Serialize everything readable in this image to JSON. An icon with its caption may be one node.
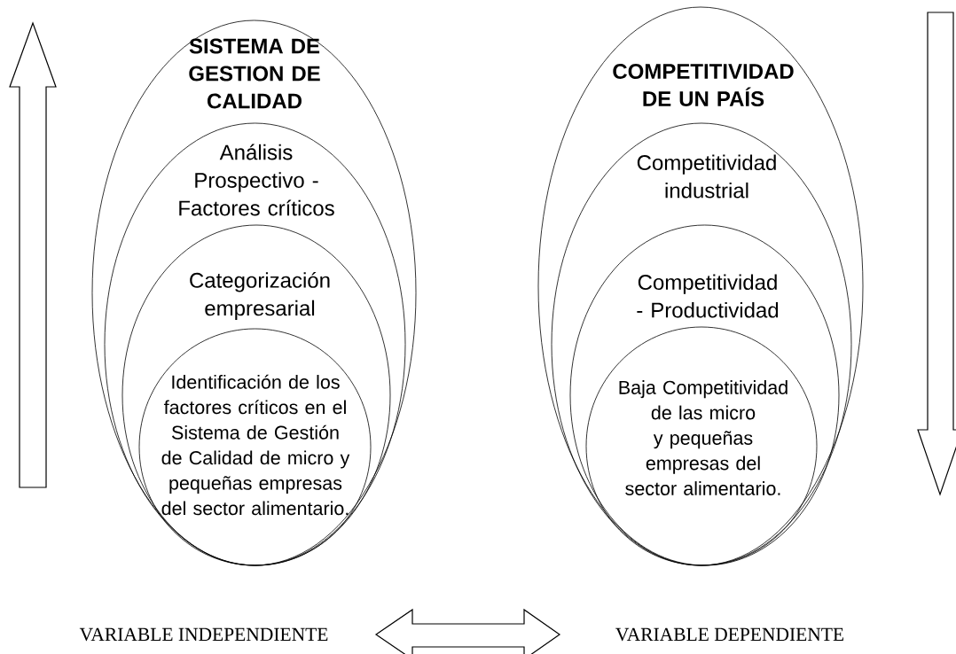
{
  "diagram": {
    "nodes": [
      {
        "text": [
          "SISTEMA DE GESTION DE CALIDAD"
        ]
      },
      {
        "text": [
          "Análisis Prospectivo - Factores críticos"
        ],
        "in": 0
      },
      {
        "text": [
          "Categorización empresarial"
        ],
        "in": 1
      },
      {
        "text": [
          "Identificación de los factores críticos en el Sistema de Gestión de Calidad de micro y pequeñas empresas del sector alimentario."
        ],
        "in": 2
      },
      {
        "text": [
          "COMPETITIVIDAD DE UN PAÍS"
        ]
      },
      {
        "text": [
          "Competitividad industrial"
        ],
        "in": 4
      },
      {
        "text": [
          "Competitividad - Productividad"
        ],
        "in": 5
      },
      {
        "text": [
          "Baja Competitividad de las micro y pequeñas empresas del sector alimentario."
        ],
        "in": 6
      },
      {
        "text": [
          "VARIABLE INDEPENDIENTE"
        ]
      },
      {
        "text": [
          "VARIABLE DEPENDIENTE"
        ]
      }
    ],
    "edges": [
      {
        "from": 8,
        "to": 9,
        "arrow": "both"
      }
    ]
  }
}
